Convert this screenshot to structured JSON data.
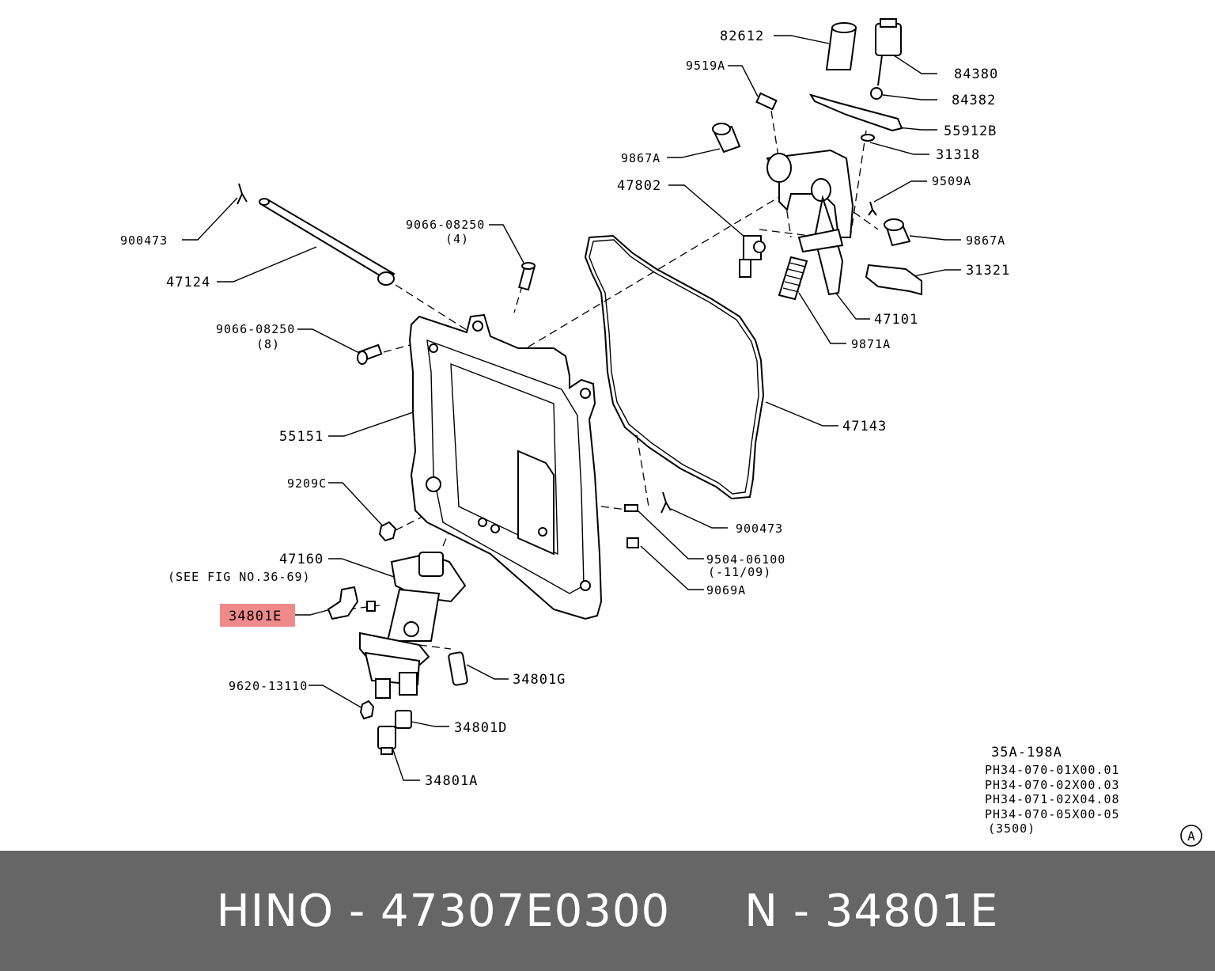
{
  "labels": {
    "p82612": "82612",
    "p9519A": "9519A",
    "p84380": "84380",
    "p84382": "84382",
    "p55912B": "55912B",
    "p9867A_top": "9867A",
    "p31318": "31318",
    "p47802": "47802",
    "p9509A": "9509A",
    "p9867A_right": "9867A",
    "p31321": "31321",
    "p47101": "47101",
    "p9871A": "9871A",
    "p900473_top": "900473",
    "p47124": "47124",
    "p9066_top": "9066-08250",
    "p9066_top_qty": "(4)",
    "p9066_mid": "9066-08250",
    "p9066_mid_qty": "(8)",
    "p55151": "55151",
    "p47143": "47143",
    "p9209C": "9209C",
    "p900473_bottom": "900473",
    "p9504": "9504-06100",
    "p9504_note": "(-11/09)",
    "p9069A": "9069A",
    "p47160": "47160",
    "p47160_note": "(SEE FIG NO.36-69)",
    "p34801E": "34801E",
    "p34801G": "34801G",
    "p9620": "9620-13110",
    "p34801D": "34801D",
    "p34801A": "34801A"
  },
  "highlight_color": "#f08a8a",
  "reference": {
    "code": "35A-198A",
    "lines": [
      "PH34-070-01X00.01",
      "PH34-070-02X00.03",
      "PH34-071-02X04.08",
      "PH34-070-05X00-05",
      "(3500)"
    ]
  },
  "corner_mark": "A",
  "footer": {
    "text": "HINO - 47307E0300     N - 34801E"
  }
}
